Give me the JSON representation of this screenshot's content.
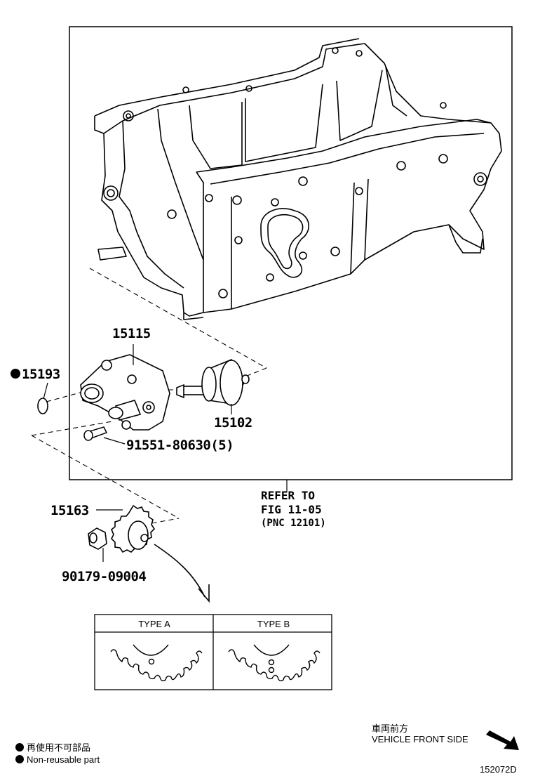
{
  "parts": {
    "p15115": "15115",
    "p15193": "15193",
    "p15102": "15102",
    "p91551": "91551-80630(5)",
    "p15163": "15163",
    "p90179": "90179-09004"
  },
  "refer": {
    "line1": "REFER TO",
    "line2": "FIG 11-05",
    "line3": "(PNC 12101)"
  },
  "types": {
    "a": "TYPE A",
    "b": "TYPE B"
  },
  "legend": {
    "reuse_jp": "再使用不可部品",
    "reuse_en": "Non-reusable part"
  },
  "vehicle_front": {
    "jp": "車両前方",
    "en": "VEHICLE FRONT SIDE"
  },
  "figure_code": "152072D",
  "icons": [
    "non-reusable-dot-icon",
    "vehicle-front-arrow-icon"
  ]
}
